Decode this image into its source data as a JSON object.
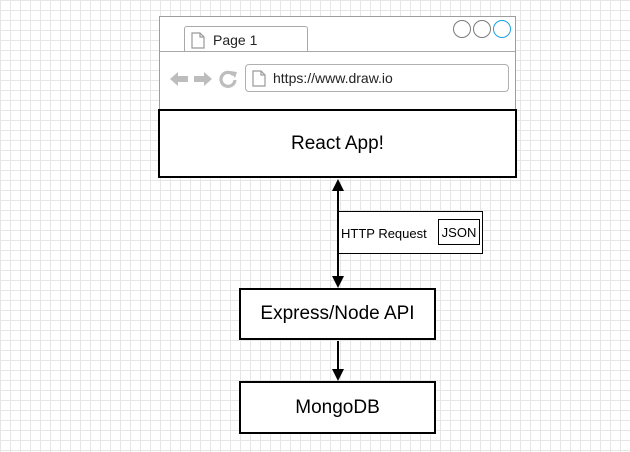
{
  "browser": {
    "tab_label": "Page 1",
    "url": "https://www.draw.io",
    "icons": [
      "page-icon",
      "back-arrow-icon",
      "forward-arrow-icon",
      "refresh-icon",
      "window-buttons"
    ]
  },
  "diagram": {
    "frontend_label": "React App!",
    "message_label": "HTTP Request",
    "payload_label": "JSON",
    "api_label": "Express/Node API",
    "database_label": "MongoDB"
  },
  "colors": {
    "grid": "#e6e6e6",
    "frame_border": "#9e9e9e",
    "nav_icon": "#bdbdbd",
    "accent_button": "#1ba1e2",
    "stroke": "#000000"
  }
}
